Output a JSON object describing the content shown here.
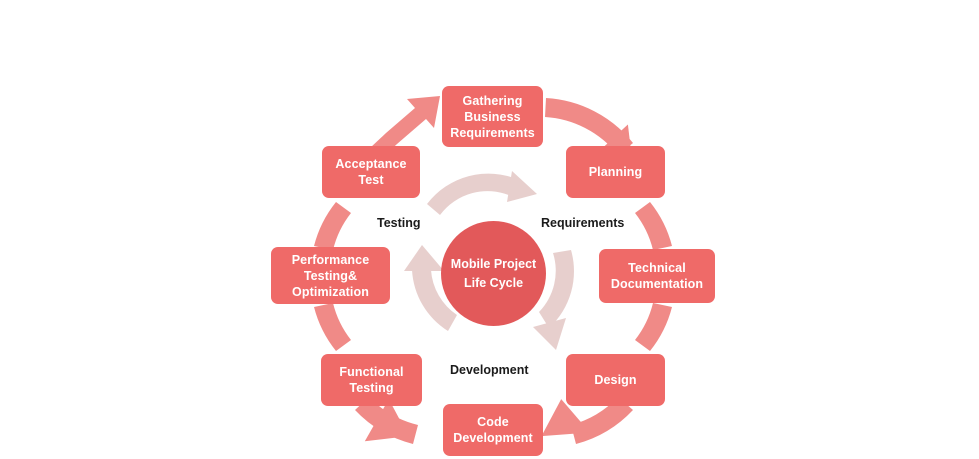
{
  "diagram": {
    "title": "Mobile Project Life Cycle",
    "type": "circular-process-cycle",
    "hub": {
      "line1": "Mobile Project",
      "line2": "Life Cycle"
    },
    "colors": {
      "box_fill": "#ef6a68",
      "hub_fill": "#e2595a",
      "outer_arrow": "#f08a87",
      "inner_arrow": "#e7cfcd",
      "label_text": "#1b1b1b",
      "box_text": "#ffffff",
      "background": "#ffffff"
    },
    "stages": [
      {
        "id": "gathering-business-requirements",
        "lines": [
          "Gathering",
          "Business",
          "Requirements"
        ]
      },
      {
        "id": "planning",
        "lines": [
          "Planning"
        ]
      },
      {
        "id": "technical-documentation",
        "lines": [
          "Technical",
          "Documentation"
        ]
      },
      {
        "id": "design",
        "lines": [
          "Design"
        ]
      },
      {
        "id": "code-development",
        "lines": [
          "Code",
          "Development"
        ]
      },
      {
        "id": "functional-testing",
        "lines": [
          "Functional",
          "Testing"
        ]
      },
      {
        "id": "performance-testing-optimization",
        "lines": [
          "Performance",
          "Testing&",
          "Optimization"
        ]
      },
      {
        "id": "acceptance-test",
        "lines": [
          "Acceptance",
          "Test"
        ]
      }
    ],
    "phase_labels": [
      {
        "id": "requirements",
        "text": "Requirements"
      },
      {
        "id": "development",
        "text": "Development"
      },
      {
        "id": "testing",
        "text": "Testing"
      }
    ],
    "flow_direction": "clockwise",
    "outer_arrow_count": 8,
    "inner_arrow_count": 3
  }
}
